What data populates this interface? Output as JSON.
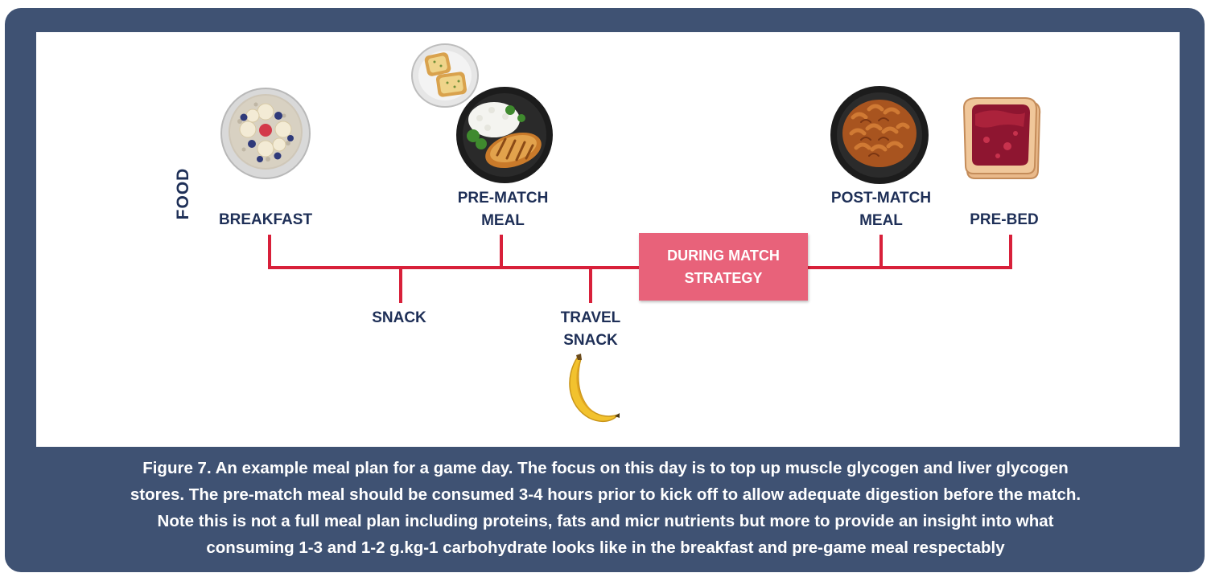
{
  "diagram": {
    "food_label": "FOOD",
    "meals": {
      "breakfast": "BREAKFAST",
      "pre_match_line1": "PRE-MATCH",
      "pre_match_line2": "MEAL",
      "snack": "SNACK",
      "travel_snack_line1": "TRAVEL",
      "travel_snack_line2": "SNACK",
      "post_match_line1": "POST-MATCH",
      "post_match_line2": "MEAL",
      "pre_bed": "PRE-BED"
    },
    "strategy_line1": "DURING MATCH",
    "strategy_line2": "STRATEGY",
    "images": [
      "porridge-bowl-icon",
      "garlic-bread-icon",
      "chicken-rice-plate-icon",
      "banana-icon",
      "pasta-plate-icon",
      "jam-toast-icon"
    ]
  },
  "caption": {
    "line1": "Figure 7.  An example meal plan for a game day. The focus on this day is to top up muscle glycogen and liver glycogen",
    "line2": "stores. The pre-match meal should be consumed 3-4 hours prior to kick off to allow adequate digestion before the match.",
    "line3": "Note this is not a full meal plan including proteins, fats and micr nutrients but more to provide an insight into what",
    "line4": "consuming 1-3 and 1-2 g.kg-1 carbohydrate looks like in the breakfast and pre-game meal respectably"
  },
  "colors": {
    "frame": "#3f5273",
    "label": "#1e2f57",
    "timeline": "#d8203a",
    "strategy_box": "#e8627a"
  }
}
